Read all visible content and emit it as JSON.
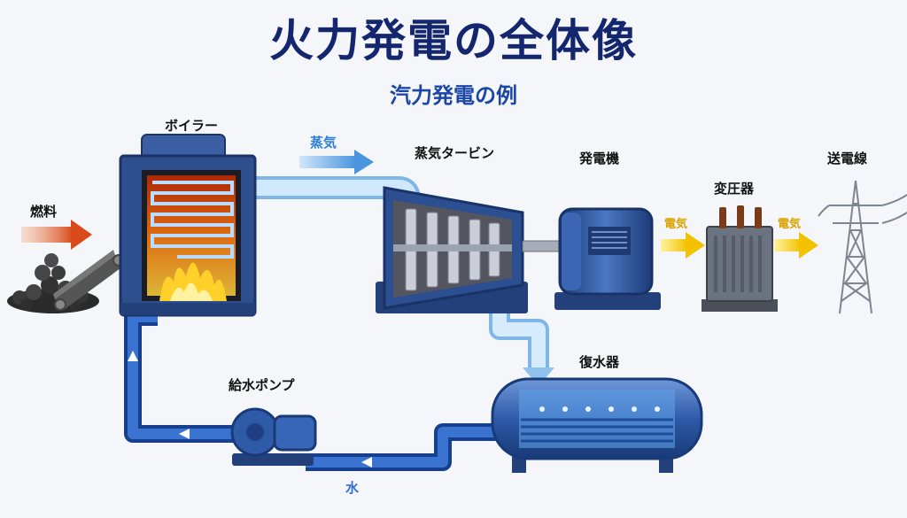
{
  "header": {
    "title": "火力発電の全体像",
    "subtitle": "汽力発電の例"
  },
  "labels": {
    "boiler": "ボイラー",
    "steam": "蒸気",
    "turbine": "蒸気タービン",
    "generator": "発電機",
    "transformer": "変圧器",
    "transmission": "送電線",
    "fuel": "燃料",
    "electricity_1": "電気",
    "electricity_2": "電気",
    "condenser": "復水器",
    "feed_pump": "給水ポンプ",
    "water": "水"
  },
  "colors": {
    "title": "#14276e",
    "subtitle": "#1b46a8",
    "machine_blue": "#2f5597",
    "pipe_blue": "#1e4fa8",
    "steam_pipe": "#a9d4f5",
    "flame": "#ff6a00",
    "fuel_arrow": "#d94a1a",
    "electric_arrow": "#f2c200"
  }
}
